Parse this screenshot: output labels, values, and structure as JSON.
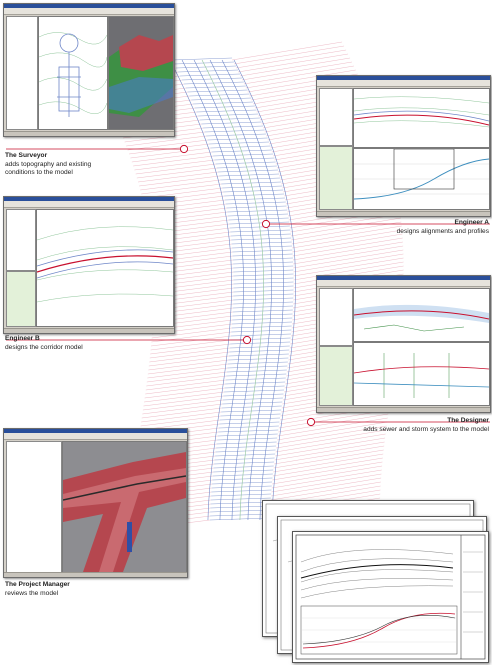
{
  "stages": [
    {
      "role": "The Surveyor",
      "desc_lines": [
        "adds topography and existing",
        "conditions to the model"
      ]
    },
    {
      "role": "Engineer A",
      "desc_lines": [
        "designs alignments and profiles"
      ]
    },
    {
      "role": "Engineer B",
      "desc_lines": [
        "designs the corridor model"
      ]
    },
    {
      "role": "The Designer",
      "desc_lines": [
        "adds sewer and storm system to the model"
      ]
    },
    {
      "role": "The Project Manager",
      "desc_lines": [
        "reviews the model"
      ]
    }
  ],
  "colors": {
    "corridor_blue": "#6e86c8",
    "corridor_pink": "#e8a8b8",
    "corridor_green": "#8fc59a",
    "callout_red": "#c8102e",
    "terrain_red": "#b5474f",
    "terrain_green": "#3e8f45",
    "window_title": "#2a4f9a"
  },
  "icons": [
    "callout-marker-icon"
  ]
}
